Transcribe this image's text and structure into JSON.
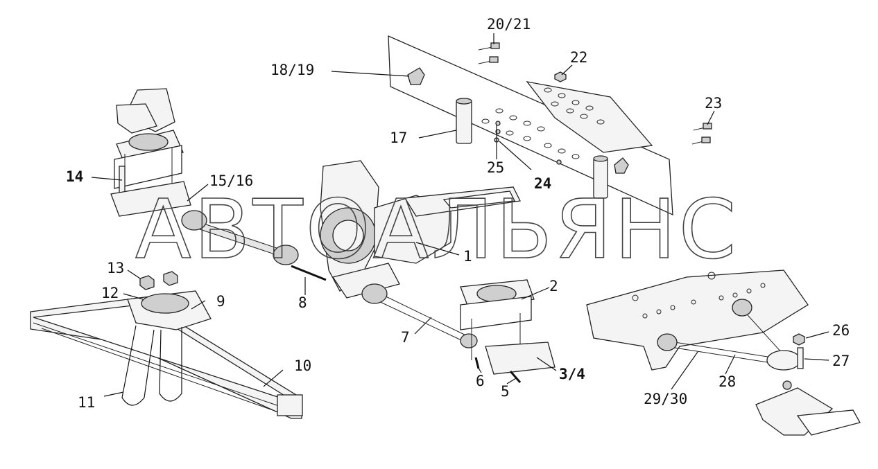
{
  "watermark": "АВТОАЛЬЯНС",
  "callouts": {
    "c1": "1",
    "c2": "2",
    "c3_4": "3/4",
    "c5": "5",
    "c6": "6",
    "c7": "7",
    "c8": "8",
    "c9": "9",
    "c10": "10",
    "c11": "11",
    "c12": "12",
    "c13": "13",
    "c14": "14",
    "c15_16": "15/16",
    "c17": "17",
    "c18_19": "18/19",
    "c20_21": "20/21",
    "c22": "22",
    "c23": "23",
    "c24": "24",
    "c25": "25",
    "c26": "26",
    "c27": "27",
    "c28": "28",
    "c29_30": "29/30"
  }
}
